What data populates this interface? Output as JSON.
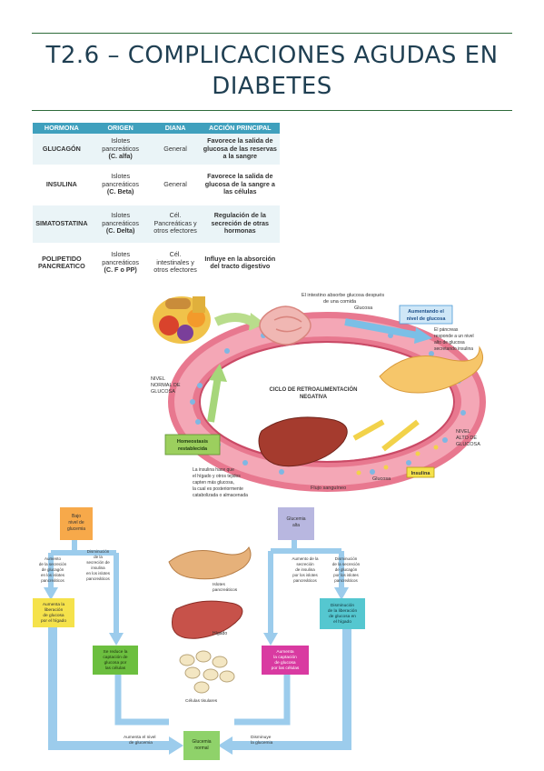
{
  "title": "T2.6 – COMPLICACIONES AGUDAS EN DIABETES",
  "table": {
    "headers": [
      "HORMONA",
      "ORIGEN",
      "DIANA",
      "ACCIÓN PRINCIPAL"
    ],
    "rows": [
      {
        "hormona": "GLUCAGÓN",
        "origen_1": "Islotes",
        "origen_2": "pancreáticos",
        "origen_3": "(C. alfa)",
        "diana_1": "General",
        "diana_2": "",
        "diana_3": "",
        "accion_1": "Favorece la salida de",
        "accion_2": "glucosa de las reservas",
        "accion_3": "a la sangre"
      },
      {
        "hormona": "INSULINA",
        "origen_1": "Islotes",
        "origen_2": "pancreáticos",
        "origen_3": "(C. Beta)",
        "diana_1": "General",
        "diana_2": "",
        "diana_3": "",
        "accion_1": "Favorece la salida de",
        "accion_2": "glucosa de la sangre a",
        "accion_3": "las células"
      },
      {
        "hormona": "SIMATOSTATINA",
        "origen_1": "Islotes",
        "origen_2": "pancreáticos",
        "origen_3": "(C. Delta)",
        "diana_1": "Cél.",
        "diana_2": "Pancreáticas y",
        "diana_3": "otros efectores",
        "accion_1": "Regulación de la",
        "accion_2": "secreción de otras",
        "accion_3": "hormonas"
      },
      {
        "hormona_1": "POLIPETIDO",
        "hormona_2": "PANCREATICO",
        "origen_1": "Islotes",
        "origen_2": "pancreáticos",
        "origen_3": "(C. F o PP)",
        "diana_1": "Cél.",
        "diana_2": "intestinales y",
        "diana_3": "otros efectores",
        "accion_1": "Influye en la absorción",
        "accion_2": "del tracto digestivo",
        "accion_3": ""
      }
    ]
  },
  "fig1": {
    "intestine_1": "El intestino absorbe glucosa después",
    "intestine_2": "de una comida",
    "glucosa_top": "Glucosa",
    "aumentando_1": "Aumentando el",
    "aumentando_2": "nivel de glucosa",
    "pancreas_1": "El páncreas",
    "pancreas_2": "responde a un nivel",
    "pancreas_3": "alto de glucosa",
    "pancreas_4": "secretando insulina",
    "nivel_normal_1": "NIVEL",
    "nivel_normal_2": "NORMAL DE",
    "nivel_normal_3": "GLUCOSA",
    "ciclo_1": "CICLO DE RETROALIMENTACIÓN",
    "ciclo_2": "NEGATIVA",
    "nivel_alto_1": "NIVEL",
    "nivel_alto_2": "ALTO DE",
    "nivel_alto_3": "GLUCOSA",
    "homeostasis_1": "Homeostasis",
    "homeostasis_2": "restablecida",
    "insulina_hace_1": "La insulina hace que",
    "insulina_hace_2": "el hígado y otros tejidos",
    "insulina_hace_3": "capten más glucosa,",
    "insulina_hace_4": "la cual es posteriormente",
    "insulina_hace_5": "catabolizada o almacenada",
    "flujo": "Flujo sanguíneo",
    "glucosa_bottom": "Glucosa",
    "insulina_tag": "Insulina"
  },
  "fig2": {
    "bajo_1": "Bajo",
    "bajo_2": "nivel de",
    "bajo_3": "glucemia",
    "aumento_glucagon_1": "Aumento",
    "aumento_glucagon_2": "de la secreción",
    "aumento_glucagon_3": "de glucagón",
    "aumento_glucagon_4": "en los islotes",
    "aumento_glucagon_5": "pancreáticos",
    "dism_insulina_1": "Disminución",
    "dism_insulina_2": "de la",
    "dism_insulina_3": "secreción de",
    "dism_insulina_4": "insulina",
    "dism_insulina_5": "en los islotes",
    "dism_insulina_6": "pancreáticos",
    "aumenta_lib_1": "Aumenta la",
    "aumenta_lib_2": "liberación",
    "aumenta_lib_3": "de glucosa",
    "aumenta_lib_4": "por el hígado",
    "se_reduce_1": "Se reduce la",
    "se_reduce_2": "captación de",
    "se_reduce_3": "glucosa por",
    "se_reduce_4": "las células",
    "islotes_1": "Islotes",
    "islotes_2": "pancreáticos",
    "higado": "Hígado",
    "celulas": "Células tisulares",
    "glucemia_alta_1": "Glucemia",
    "glucemia_alta_2": "alta",
    "aumento_insulina_1": "Aumento de la",
    "aumento_insulina_2": "secreción",
    "aumento_insulina_3": "de insulina",
    "aumento_insulina_4": "por los islotes",
    "aumento_insulina_5": "pancreáticos",
    "dism_glucagon_1": "Disminución",
    "dism_glucagon_2": "de la secreción",
    "dism_glucagon_3": "de glucagón",
    "dism_glucagon_4": "por los islotes",
    "dism_glucagon_5": "pancreáticos",
    "aumenta_capt_1": "Aumenta",
    "aumenta_capt_2": "la captación",
    "aumenta_capt_3": "de glucosa",
    "aumenta_capt_4": "por las células",
    "dism_lib_1": "Disminución",
    "dism_lib_2": "de la liberación",
    "dism_lib_3": "de glucosa en",
    "dism_lib_4": "el hígado",
    "glucemia_normal_1": "Glucemia",
    "glucemia_normal_2": "normal",
    "aumenta_nivel_1": "Aumenta el nivel",
    "aumenta_nivel_2": "de glucemia",
    "disminuye_1": "Disminuye",
    "disminuye_2": "la glucemia"
  },
  "colors": {
    "rule": "#2e6b3a",
    "title": "#1f3f52",
    "table_header": "#3fa0bd",
    "arrow_blue": "#7bbfe6",
    "orange": "#f7a94a",
    "yellow": "#f5e24b",
    "green": "#6cbf3f",
    "magenta": "#d93aa1",
    "lavender": "#b8b7e0",
    "teal": "#55c7d0"
  }
}
